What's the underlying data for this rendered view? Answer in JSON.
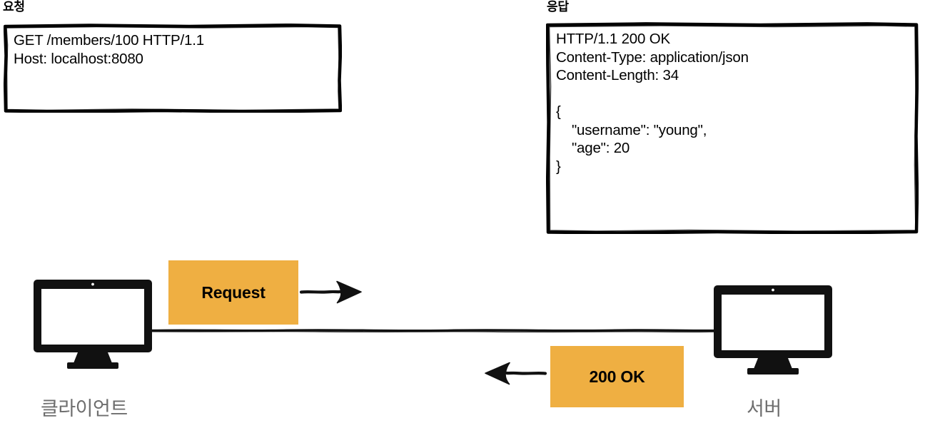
{
  "diagram": {
    "title_request": "요청",
    "title_response": "응답",
    "colors": {
      "accent_orange": "#efaf42",
      "line_black": "#000000",
      "label_gray": "#6e6e6e",
      "background": "#ffffff"
    }
  },
  "request_box": {
    "heading": "요청",
    "lines": [
      "GET /members/100 HTTP/1.1",
      "Host: localhost:8080"
    ],
    "text": "GET /members/100 HTTP/1.1\nHost: localhost:8080"
  },
  "response_box": {
    "heading": "응답",
    "lines": [
      "HTTP/1.1 200 OK",
      "Content-Type: application/json",
      "Content-Length: 34",
      "",
      "{",
      "    \"username\": \"young\",",
      "    \"age\": 20",
      "}"
    ],
    "text": "HTTP/1.1 200 OK\nContent-Type: application/json\nContent-Length: 34\n\n{\n    \"username\": \"young\",\n    \"age\": 20\n}"
  },
  "flow": {
    "request_tag": "Request",
    "response_tag": "200 OK",
    "client_label": "클라이언트",
    "server_label": "서버",
    "request_direction": "left-to-right",
    "response_direction": "right-to-left"
  },
  "icons": {
    "client": "desktop-monitor-icon",
    "server": "desktop-monitor-icon",
    "request_arrow": "arrow-right-icon",
    "response_arrow": "arrow-left-icon"
  }
}
